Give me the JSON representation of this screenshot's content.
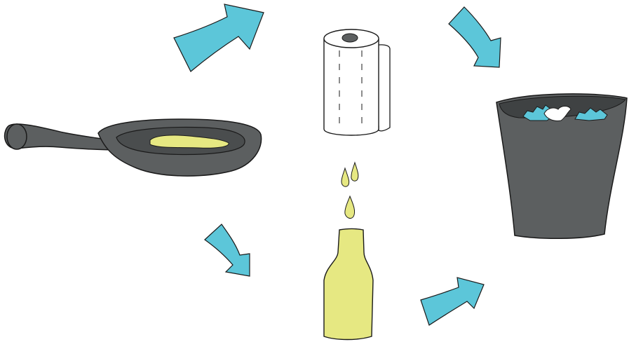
{
  "diagram": {
    "nodes": [
      {
        "id": "pan",
        "icon": "frying-pan-with-oil-icon"
      },
      {
        "id": "towel",
        "icon": "paper-towel-roll-icon"
      },
      {
        "id": "bottle",
        "icon": "oil-bottle-icon"
      },
      {
        "id": "bin",
        "icon": "trash-bin-icon"
      }
    ],
    "edges": [
      {
        "from": "pan",
        "to": "towel"
      },
      {
        "from": "towel",
        "to": "bin"
      },
      {
        "from": "pan",
        "to": "bottle"
      },
      {
        "from": "bottle",
        "to": "bin"
      }
    ]
  },
  "colors": {
    "arrow": "#5cc6d9",
    "pan": "#5c5f60",
    "oil": "#e6e882",
    "bin": "#5c5f60",
    "paper": "#ffffff",
    "outline": "#1a1a1a"
  }
}
